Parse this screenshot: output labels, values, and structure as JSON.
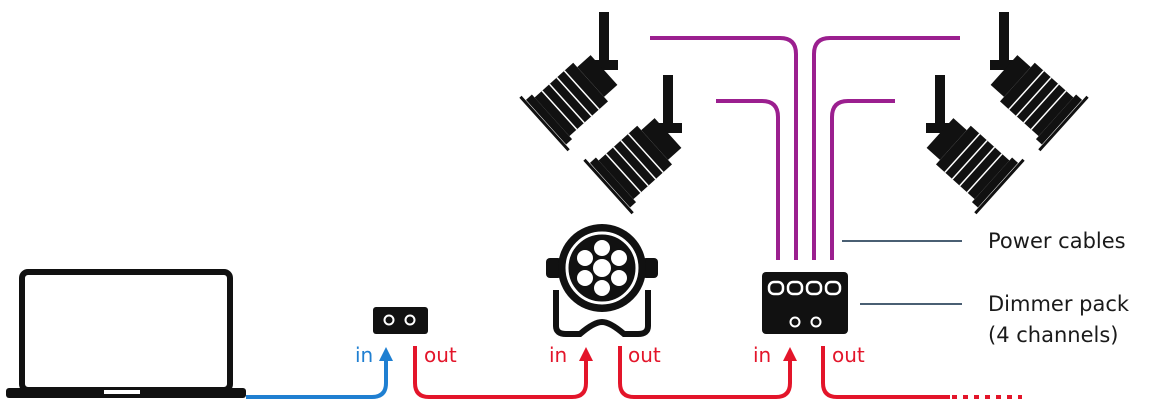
{
  "colors": {
    "purple": "#9b1f8f",
    "red": "#e3152a",
    "blue": "#1f7fd1",
    "pointer": "#4a5f73",
    "device": "#111111"
  },
  "labels": {
    "interface_in": "in",
    "interface_out": "out",
    "par_in": "in",
    "par_out": "out",
    "dimmer_in": "in",
    "dimmer_out": "out"
  },
  "annotations": {
    "power_cables": "Power cables",
    "dimmer_pack_line1": "Dimmer pack",
    "dimmer_pack_line2": "(4 channels)"
  },
  "icons": [
    "laptop-icon",
    "dmx-interface-icon",
    "led-par-icon",
    "dimmer-pack-icon",
    "spotlight-icon"
  ]
}
